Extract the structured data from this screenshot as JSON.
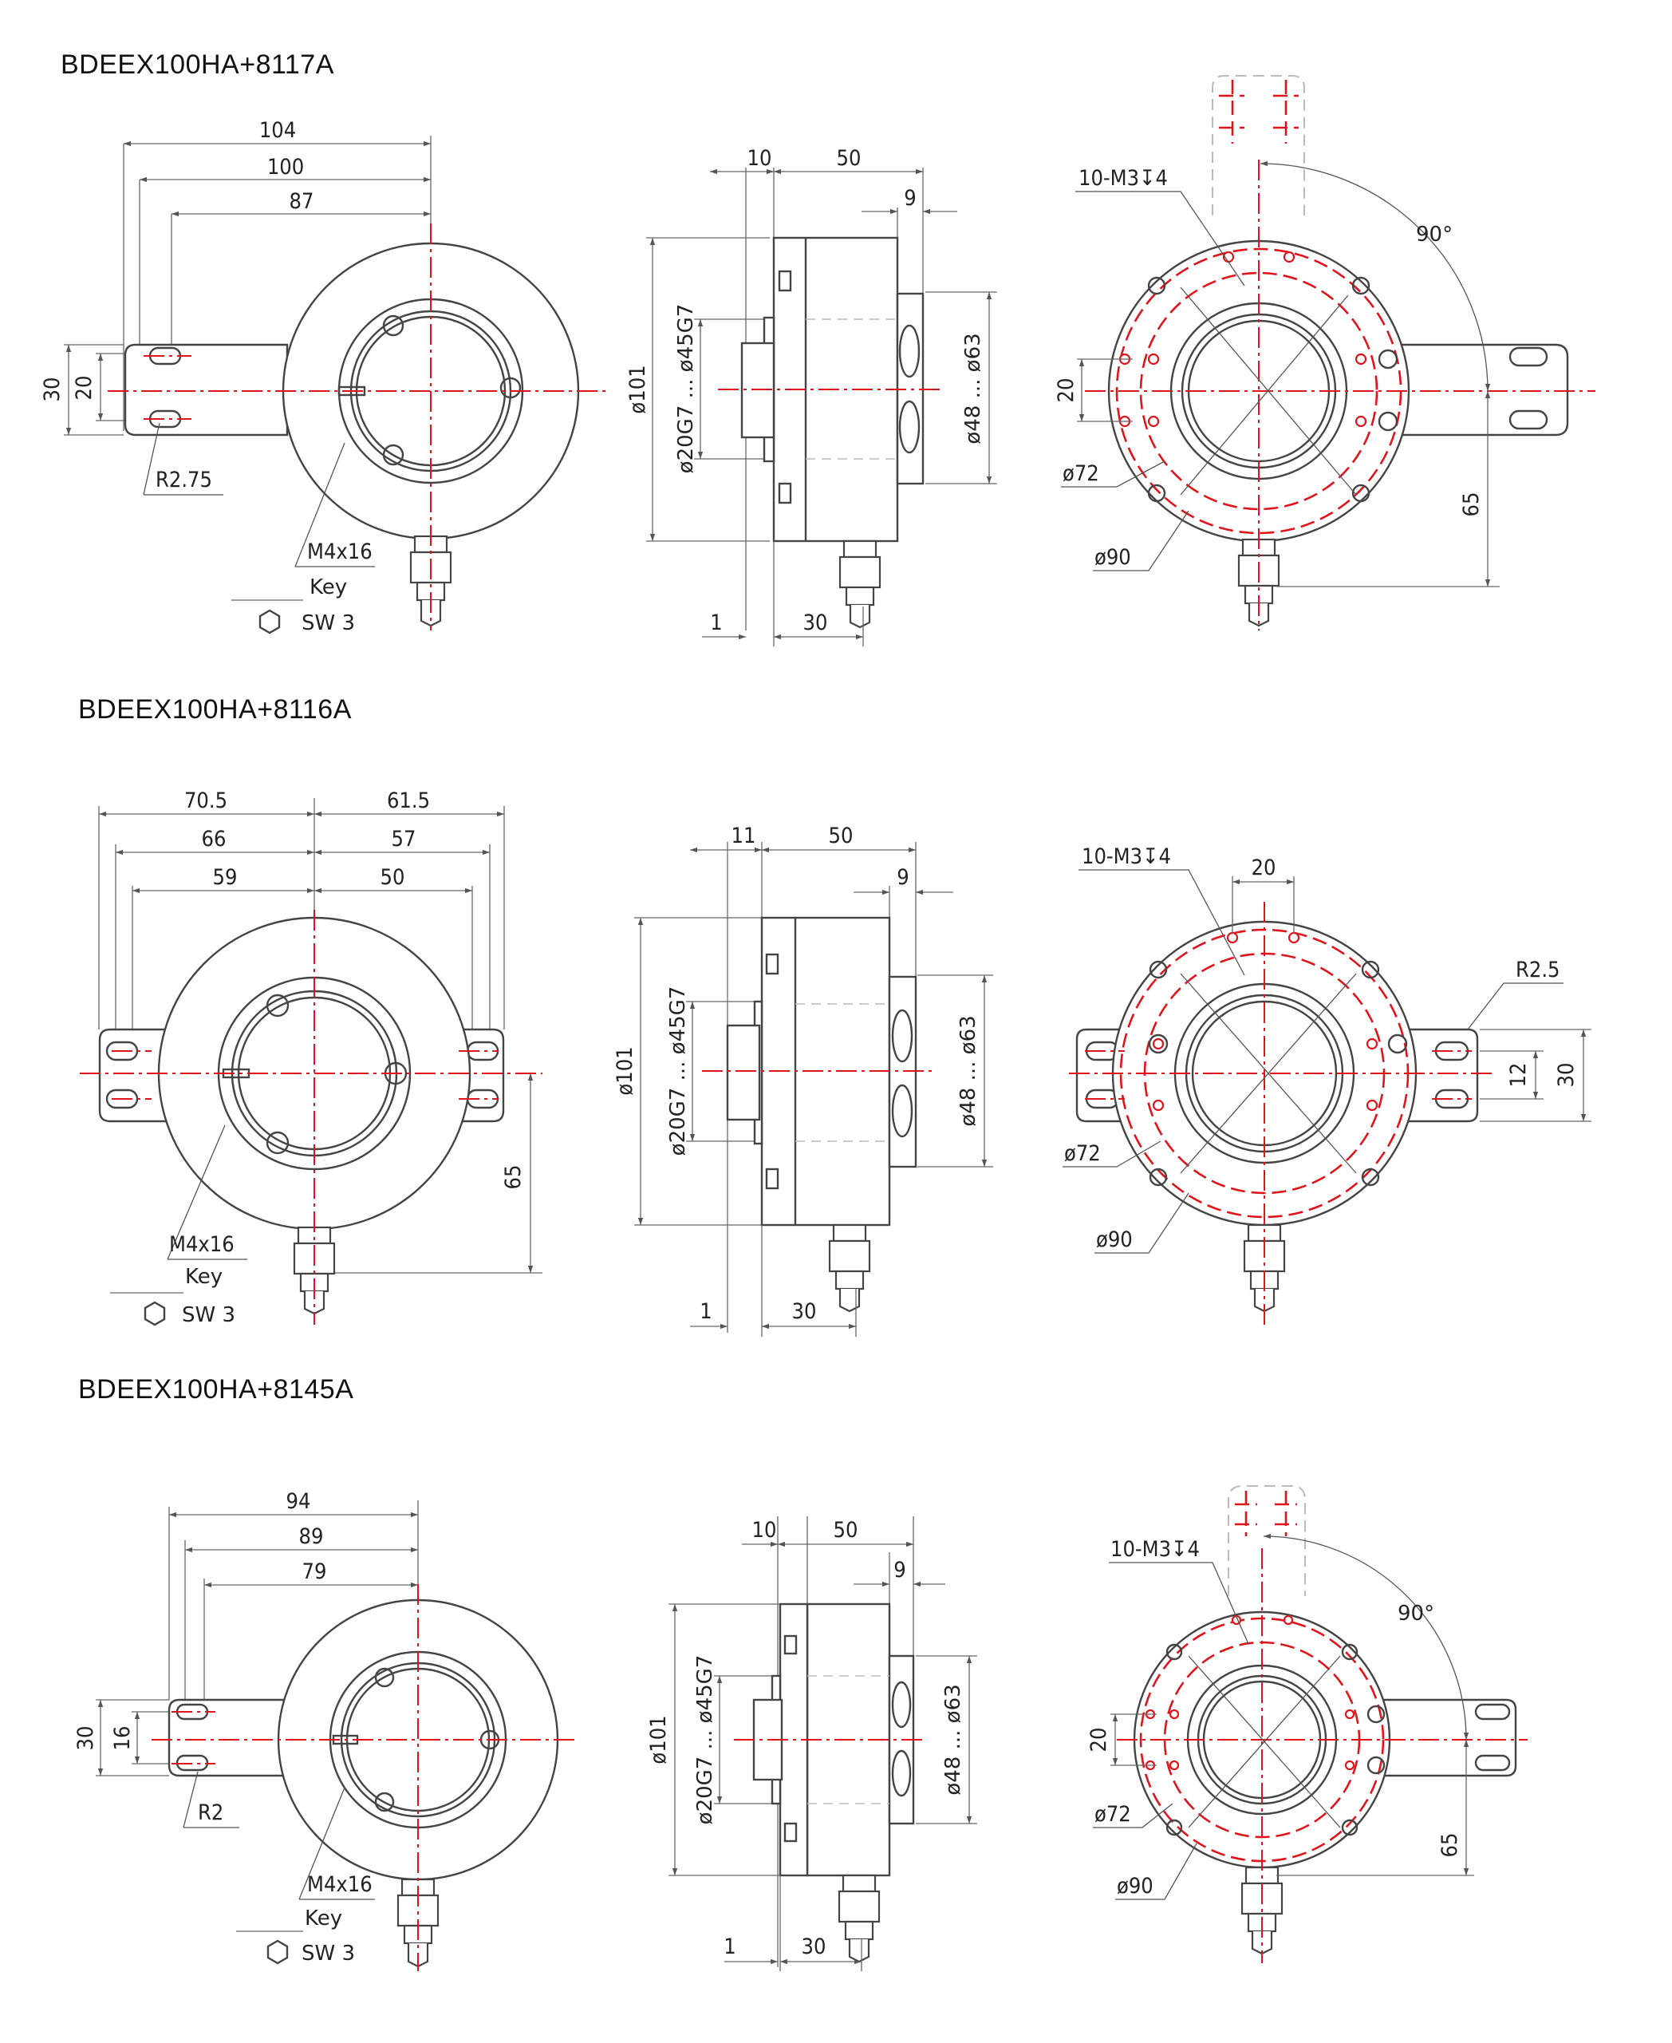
{
  "models": [
    {
      "title": "BDEEX100HA+8117A",
      "front": {
        "d104": "104",
        "d100": "100",
        "d87": "87",
        "d30": "30",
        "d20": "20",
        "radius": "R2.75",
        "screw": "M4x16",
        "key": "Key",
        "sw": "SW 3"
      },
      "side": {
        "d10": "10",
        "d50": "50",
        "d9": "9",
        "d101": "ø101",
        "bore": "ø20G7 ... ø45G7",
        "outer": "ø48 ... ø63",
        "d1": "1",
        "d30": "30"
      },
      "rear": {
        "holes": "10-M3↧4",
        "angle": "90°",
        "d20": "20",
        "d72": "ø72",
        "d90": "ø90",
        "d65": "65"
      }
    },
    {
      "title": "BDEEX100HA+8116A",
      "front": {
        "d705": "70.5",
        "d615": "61.5",
        "d66": "66",
        "d57": "57",
        "d59": "59",
        "d50": "50",
        "d65": "65",
        "screw": "M4x16",
        "key": "Key",
        "sw": "SW 3"
      },
      "side": {
        "d11": "11",
        "d50": "50",
        "d9": "9",
        "d101": "ø101",
        "bore": "ø20G7 ... ø45G7",
        "outer": "ø48 ... ø63",
        "d1": "1",
        "d30": "30"
      },
      "rear": {
        "holes": "10-M3↧4",
        "d20": "20",
        "radius": "R2.5",
        "d12": "12",
        "d30": "30",
        "d72": "ø72",
        "d90": "ø90"
      }
    },
    {
      "title": "BDEEX100HA+8145A",
      "front": {
        "d94": "94",
        "d89": "89",
        "d79": "79",
        "d30": "30",
        "d16": "16",
        "radius": "R2",
        "screw": "M4x16",
        "key": "Key",
        "sw": "SW 3"
      },
      "side": {
        "d10": "10",
        "d50": "50",
        "d9": "9",
        "d101": "ø101",
        "bore": "ø20G7 ... ø45G7",
        "outer": "ø48 ... ø63",
        "d1": "1",
        "d30": "30"
      },
      "rear": {
        "holes": "10-M3↧4",
        "angle": "90°",
        "d20": "20",
        "d72": "ø72",
        "d90": "ø90",
        "d65": "65"
      }
    }
  ],
  "colors": {
    "centerline": "#e0151c",
    "outline": "#444444",
    "dimension": "#666666"
  }
}
